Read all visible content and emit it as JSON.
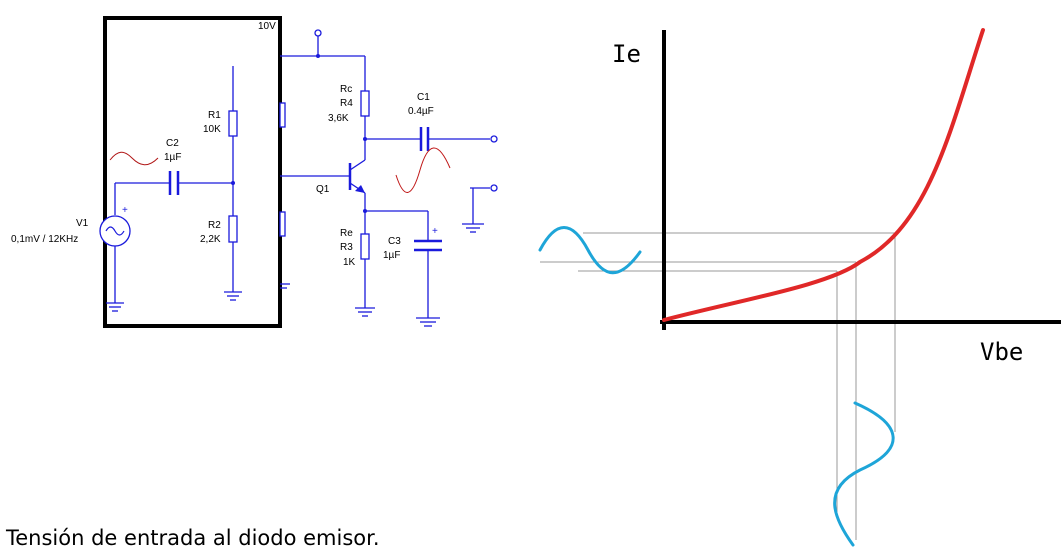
{
  "colors": {
    "wire": "#1a1adc",
    "curve": "#e02828",
    "wave": "#1ea5d8",
    "box": "#000000",
    "guide": "#9a9a9a"
  },
  "circuit": {
    "supply": "10V",
    "v1": {
      "name": "V1",
      "value": "0,1mV / 12KHz",
      "polarity": "+"
    },
    "c2": {
      "name": "C2",
      "value": "1µF"
    },
    "r1": {
      "name": "R1",
      "value": "10K"
    },
    "r2": {
      "name": "R2",
      "value": "2,2K"
    },
    "rc": {
      "role": "Rc",
      "name": "R4",
      "value": "3,6K"
    },
    "c1": {
      "name": "C1",
      "value": "0.4µF"
    },
    "q1": {
      "name": "Q1"
    },
    "re": {
      "role": "Re",
      "name": "R3",
      "value": "1K"
    },
    "c3": {
      "name": "C3",
      "value": "1µF",
      "polarity": "+"
    }
  },
  "graph": {
    "y_label": "Ie",
    "x_label": "Vbe"
  },
  "caption": "Tensión de entrada al diodo emisor."
}
